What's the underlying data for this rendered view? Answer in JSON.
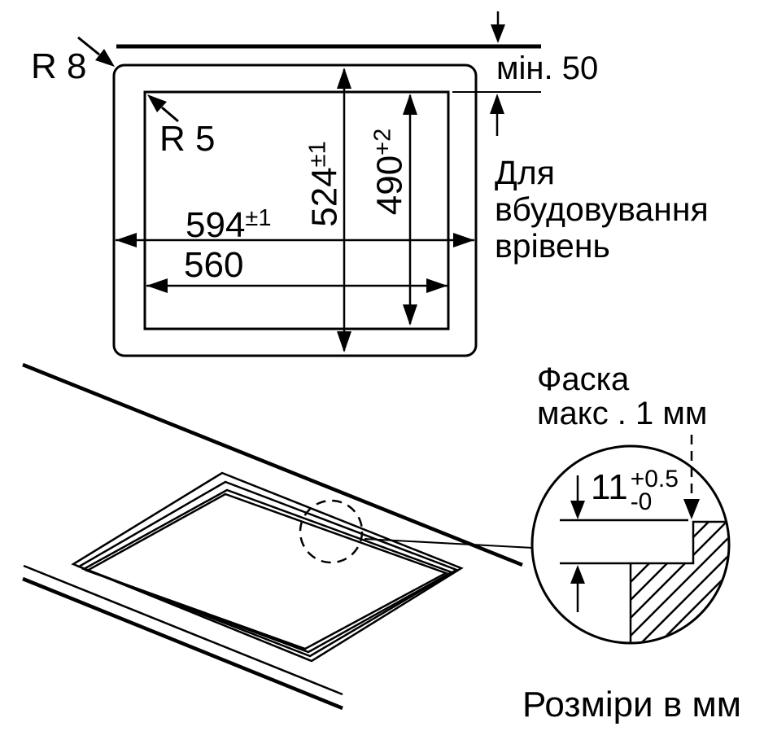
{
  "colors": {
    "ink": "#000000",
    "background": "#ffffff"
  },
  "top_view": {
    "outer_corner_radius_label": "R 8",
    "inner_corner_radius_label": "R 5",
    "rear_clearance_label": "мін. 50",
    "flush_mount_note": {
      "lines": [
        "Для",
        "вбудовування",
        "врівень"
      ]
    },
    "dims": {
      "outer_width": {
        "value": "594",
        "tol": "±1"
      },
      "inner_width": {
        "value": "560"
      },
      "outer_height": {
        "value": "524",
        "tol": "±1"
      },
      "inner_height": {
        "value": "490",
        "tol": "+2"
      }
    }
  },
  "detail_view": {
    "chamfer_note": {
      "lines": [
        "Фаска",
        "макс . 1 мм"
      ]
    },
    "recess_depth": {
      "value": "11",
      "tol_plus": "+0.5",
      "tol_minus": "-0"
    }
  },
  "footer": {
    "units_label": "Розміри в мм"
  }
}
